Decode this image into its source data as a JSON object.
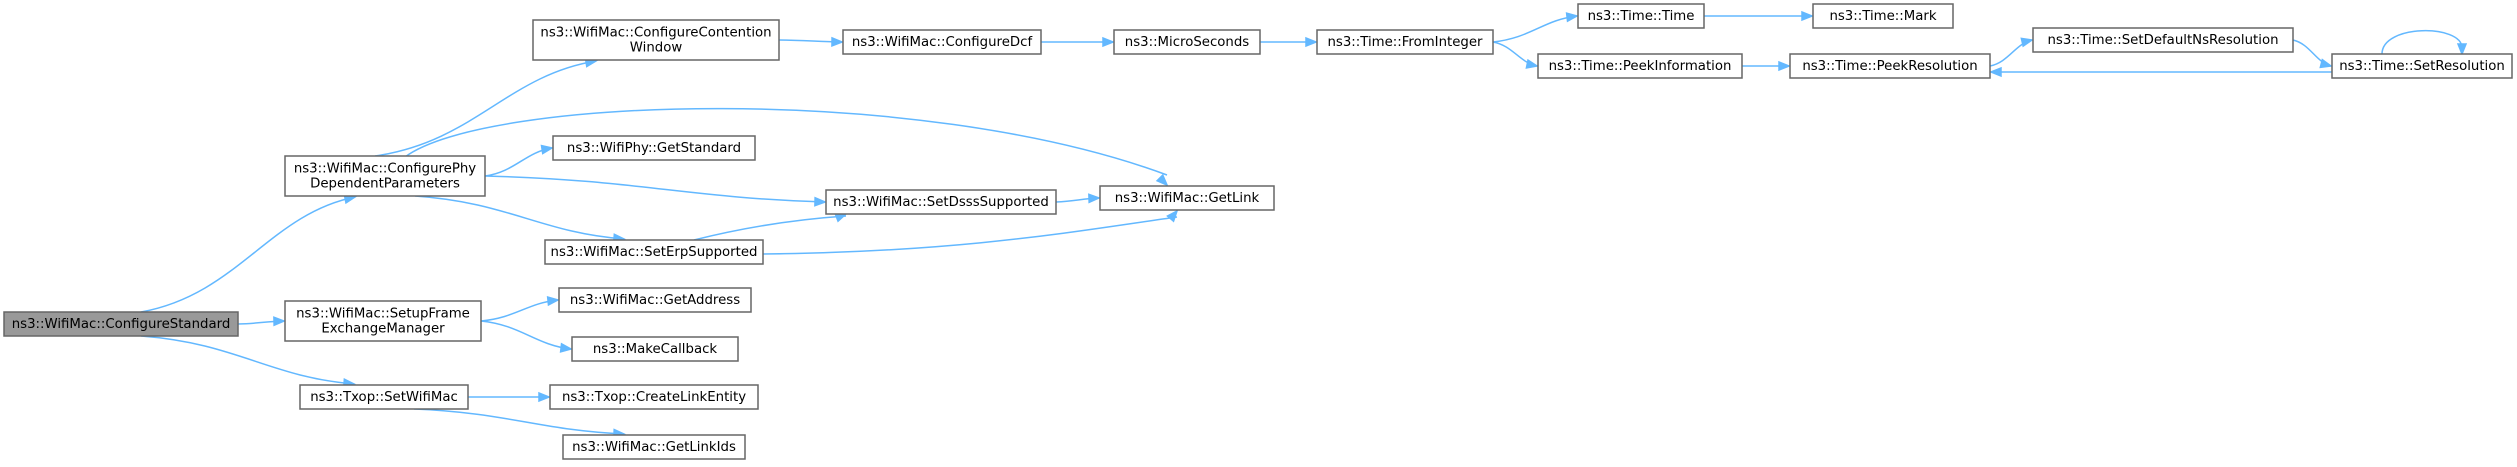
{
  "graph": {
    "nodes": [
      {
        "id": "configure_standard",
        "lines": [
          "ns3::WifiMac::ConfigureStandard"
        ],
        "root": true
      },
      {
        "id": "configure_phy",
        "lines": [
          "ns3::WifiMac::ConfigurePhy",
          "DependentParameters"
        ]
      },
      {
        "id": "setup_fem",
        "lines": [
          "ns3::WifiMac::SetupFrame",
          "ExchangeManager"
        ]
      },
      {
        "id": "txop_set_wifimac",
        "lines": [
          "ns3::Txop::SetWifiMac"
        ]
      },
      {
        "id": "configure_cw",
        "lines": [
          "ns3::WifiMac::ConfigureContention",
          "Window"
        ]
      },
      {
        "id": "get_standard",
        "lines": [
          "ns3::WifiPhy::GetStandard"
        ]
      },
      {
        "id": "set_dsss",
        "lines": [
          "ns3::WifiMac::SetDsssSupported"
        ]
      },
      {
        "id": "set_erp",
        "lines": [
          "ns3::WifiMac::SetErpSupported"
        ]
      },
      {
        "id": "get_link",
        "lines": [
          "ns3::WifiMac::GetLink"
        ]
      },
      {
        "id": "get_address",
        "lines": [
          "ns3::WifiMac::GetAddress"
        ]
      },
      {
        "id": "make_callback",
        "lines": [
          "ns3::MakeCallback"
        ]
      },
      {
        "id": "create_link_entity",
        "lines": [
          "ns3::Txop::CreateLinkEntity"
        ]
      },
      {
        "id": "get_link_ids",
        "lines": [
          "ns3::WifiMac::GetLinkIds"
        ]
      },
      {
        "id": "configure_dcf",
        "lines": [
          "ns3::WifiMac::ConfigureDcf"
        ]
      },
      {
        "id": "microseconds",
        "lines": [
          "ns3::MicroSeconds"
        ]
      },
      {
        "id": "from_integer",
        "lines": [
          "ns3::Time::FromInteger"
        ]
      },
      {
        "id": "time_time",
        "lines": [
          "ns3::Time::Time"
        ]
      },
      {
        "id": "time_mark",
        "lines": [
          "ns3::Time::Mark"
        ]
      },
      {
        "id": "peek_information",
        "lines": [
          "ns3::Time::PeekInformation"
        ]
      },
      {
        "id": "peek_resolution",
        "lines": [
          "ns3::Time::PeekResolution"
        ]
      },
      {
        "id": "set_default_ns_resolution",
        "lines": [
          "ns3::Time::SetDefaultNsResolution"
        ]
      },
      {
        "id": "set_resolution",
        "lines": [
          "ns3::Time::SetResolution"
        ]
      }
    ],
    "edges": [
      {
        "from": "configure_standard",
        "to": "configure_phy"
      },
      {
        "from": "configure_standard",
        "to": "setup_fem"
      },
      {
        "from": "configure_standard",
        "to": "txop_set_wifimac"
      },
      {
        "from": "configure_phy",
        "to": "configure_cw"
      },
      {
        "from": "configure_phy",
        "to": "get_standard"
      },
      {
        "from": "configure_phy",
        "to": "set_dsss"
      },
      {
        "from": "configure_phy",
        "to": "set_erp"
      },
      {
        "from": "configure_phy",
        "to": "get_link"
      },
      {
        "from": "set_dsss",
        "to": "get_link"
      },
      {
        "from": "set_erp",
        "to": "set_dsss"
      },
      {
        "from": "set_erp",
        "to": "get_link"
      },
      {
        "from": "setup_fem",
        "to": "get_address"
      },
      {
        "from": "setup_fem",
        "to": "make_callback"
      },
      {
        "from": "txop_set_wifimac",
        "to": "create_link_entity"
      },
      {
        "from": "txop_set_wifimac",
        "to": "get_link_ids"
      },
      {
        "from": "configure_cw",
        "to": "configure_dcf"
      },
      {
        "from": "configure_dcf",
        "to": "microseconds"
      },
      {
        "from": "microseconds",
        "to": "from_integer"
      },
      {
        "from": "from_integer",
        "to": "time_time"
      },
      {
        "from": "from_integer",
        "to": "peek_information"
      },
      {
        "from": "time_time",
        "to": "time_mark"
      },
      {
        "from": "peek_information",
        "to": "peek_resolution"
      },
      {
        "from": "peek_resolution",
        "to": "set_default_ns_resolution"
      },
      {
        "from": "set_default_ns_resolution",
        "to": "set_resolution"
      },
      {
        "from": "set_resolution",
        "to": "peek_resolution"
      },
      {
        "from": "set_resolution",
        "to": "set_resolution"
      }
    ]
  }
}
